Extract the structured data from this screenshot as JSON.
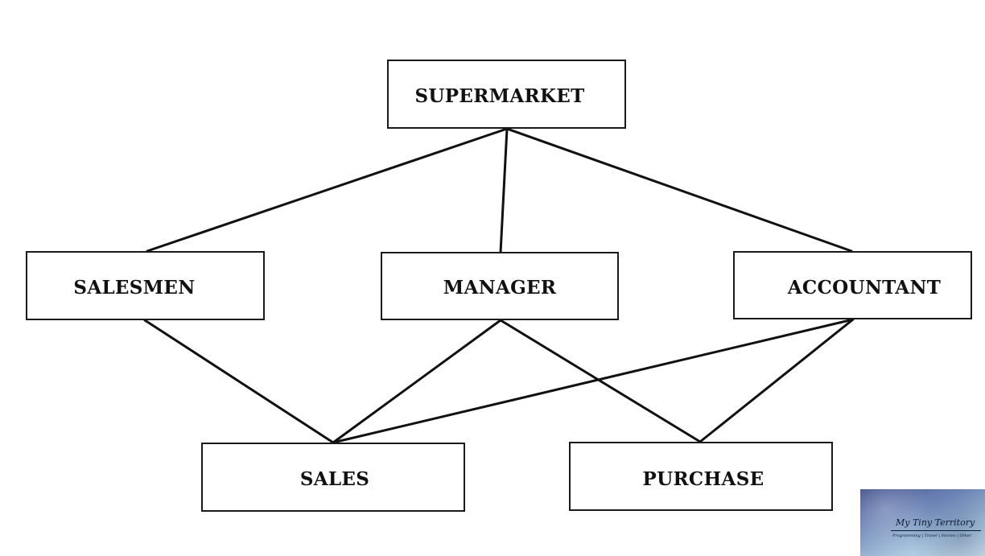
{
  "nodes": {
    "supermarket": "SUPERMARKET",
    "salesmen": "SALESMEN",
    "manager": "MANAGER",
    "accountant": "ACCOUNTANT",
    "sales": "SALES",
    "purchase": "PURCHASE"
  },
  "edges": [
    [
      "supermarket",
      "salesmen"
    ],
    [
      "supermarket",
      "manager"
    ],
    [
      "supermarket",
      "accountant"
    ],
    [
      "salesmen",
      "sales"
    ],
    [
      "manager",
      "sales"
    ],
    [
      "manager",
      "purchase"
    ],
    [
      "accountant",
      "sales"
    ],
    [
      "accountant",
      "purchase"
    ]
  ],
  "watermark": {
    "title": "My Tiny Territory",
    "tagline": "Programming | Travel | Stories | Other"
  }
}
